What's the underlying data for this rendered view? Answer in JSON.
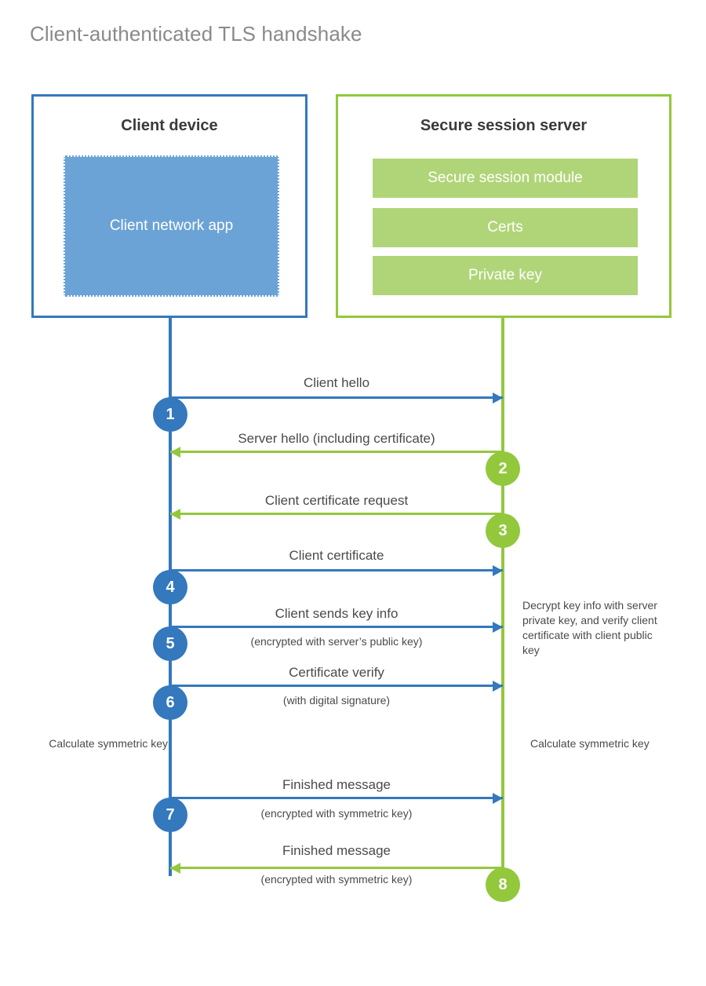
{
  "title": "Client-authenticated TLS handshake",
  "colors": {
    "client_blue": "#3478bd",
    "client_app_fill": "#6ba3d6",
    "server_green": "#93c83d",
    "server_module_fill": "#b0d578",
    "title_gray": "#8a8a8a",
    "text_gray": "#4a4a4a",
    "background": "#ffffff"
  },
  "client": {
    "title": "Client device",
    "app_label": "Client network app"
  },
  "server": {
    "title": "Secure session server",
    "modules": [
      {
        "label": "Secure session module"
      },
      {
        "label": "Certs"
      },
      {
        "label": "Private key"
      }
    ]
  },
  "notes": {
    "server_decrypt": "Decrypt key info with server private key, and verify client certificate with client public key",
    "client_calculate": "Calculate symmetric key",
    "server_calculate": "Calculate symmetric key"
  },
  "messages": [
    {
      "step": "1",
      "label": "Client hello",
      "sublabel": "",
      "direction": "client-to-server",
      "color": "blue"
    },
    {
      "step": "2",
      "label": "Server hello (including certificate)",
      "sublabel": "",
      "direction": "server-to-client",
      "color": "green"
    },
    {
      "step": "3",
      "label": "Client certificate request",
      "sublabel": "",
      "direction": "server-to-client",
      "color": "green"
    },
    {
      "step": "4",
      "label": "Client certificate",
      "sublabel": "",
      "direction": "client-to-server",
      "color": "blue"
    },
    {
      "step": "5",
      "label": "Client sends key info",
      "sublabel": "(encrypted with server’s public key)",
      "direction": "client-to-server",
      "color": "blue"
    },
    {
      "step": "6",
      "label": "Certificate verify",
      "sublabel": "(with digital signature)",
      "direction": "client-to-server",
      "color": "blue"
    },
    {
      "step": "7",
      "label": "Finished message",
      "sublabel": "(encrypted with symmetric key)",
      "direction": "client-to-server",
      "color": "blue"
    },
    {
      "step": "8",
      "label": "Finished message",
      "sublabel": "(encrypted with symmetric key)",
      "direction": "server-to-client",
      "color": "green"
    }
  ]
}
